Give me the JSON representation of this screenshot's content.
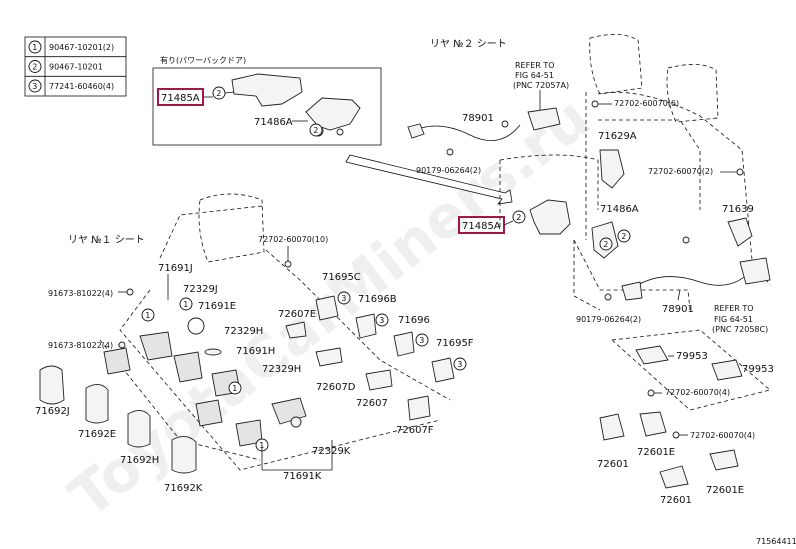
{
  "legend": [
    {
      "num": "1",
      "text": "90467-10201(2)"
    },
    {
      "num": "2",
      "text": "90467-10201"
    },
    {
      "num": "3",
      "text": "77241-60460(4)"
    }
  ],
  "watermark": "ToyotaCarMiners.ru",
  "inset_title": "有り(パワーバックドア)",
  "section_rear2": "リヤ №２ シート",
  "section_rear1": "リヤ №１ シート",
  "highlighted_part": "71485A",
  "highlight_color": "#a2164a",
  "refer_top": [
    "REFER TO",
    "FIG 64-51",
    "(PNC 72057A)"
  ],
  "refer_bottom": [
    "REFER TO",
    "FIG 64-51",
    "(PNC 72058C)"
  ],
  "labels": {
    "p71485A_inset": "71485A",
    "p71486A_inset": "71486A",
    "p71485A_main": "71485A",
    "p78901_top": "78901",
    "p90179_top": "90179-06264(2)",
    "p72702_6": "72702-60070(6)",
    "p71629A": "71629A",
    "p72702_2": "72702-60070(2)",
    "p71486A": "71486A",
    "p71639": "71639",
    "p90179_bot": "90179-06264(2)",
    "p78901_bot": "78901",
    "p72702_10": "72702-60070(10)",
    "p71691J": "71691J",
    "p72329J": "72329J",
    "p91673_a": "91673-81022(4)",
    "p71691E": "71691E",
    "p91673_b": "91673-81022(4)",
    "p72329H_1": "72329H",
    "p71691H": "71691H",
    "p72329H_2": "72329H",
    "p71692J": "71692J",
    "p71692E": "71692E",
    "p71692H": "71692H",
    "p71692K": "71692K",
    "p71691K": "71691K",
    "p72329K": "72329K",
    "p72607F": "72607F",
    "p72607": "72607",
    "p72607D": "72607D",
    "p72607E": "72607E",
    "p71695C": "71695C",
    "p71696B": "71696B",
    "p71696": "71696",
    "p71695F": "71695F",
    "p79953_a": "79953",
    "p79953_b": "79953",
    "p72702_4a": "72702-60070(4)",
    "p72702_4b": "72702-60070(4)",
    "p72601_a": "72601",
    "p72601E_a": "72601E",
    "p72601_b": "72601",
    "p72601E_b": "72601E"
  },
  "diagram_code": "71564411"
}
